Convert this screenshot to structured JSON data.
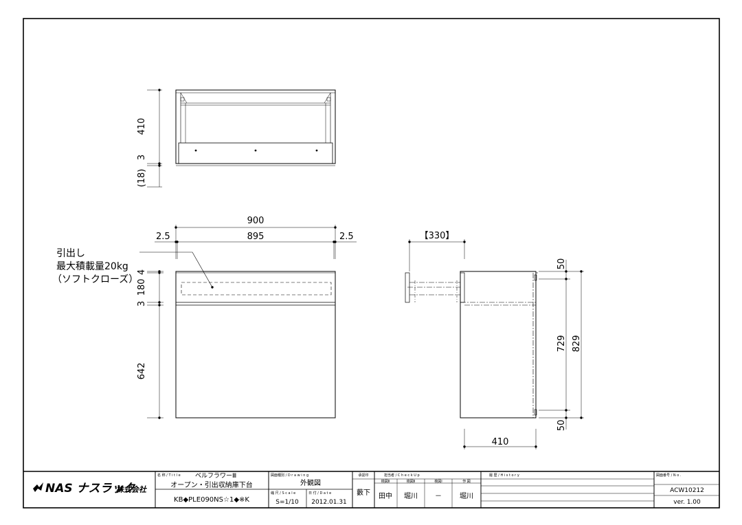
{
  "top_view": {
    "dims": {
      "height": "410",
      "gap": "3",
      "base": "(18)"
    }
  },
  "front_view": {
    "dims": {
      "overall_width": "900",
      "inner_width": "895",
      "side_left": "2.5",
      "side_right": "2.5",
      "top": "4",
      "drawer": "180",
      "gap": "3",
      "lower": "642"
    },
    "note_lines": [
      "引出し",
      "最大積載量20kg",
      "（ソフトクローズ）"
    ]
  },
  "side_view": {
    "dims": {
      "drawer_depth": "【330】",
      "top": "50",
      "inner_height": "729",
      "overall_height": "829",
      "bottom": "50",
      "depth": "410"
    }
  },
  "title_block": {
    "company": {
      "brand": "NAS ナスラック",
      "suffix": "株式会社"
    },
    "title_label": "名 称 / T i t l e",
    "product_series": "ベルフラワーⅢ",
    "product_desc": "オープン・引出収納庫下台",
    "model_code": "KB◆PLE090NS☆1◆※K",
    "drawing_label": "図面種別 / D r a w i n g",
    "drawing_value": "外観図",
    "scale_label": "縮 尺 / S c a l e",
    "scale_value": "S=1/10",
    "date_label": "日 付 / D a t e",
    "date_value": "2012.01.31",
    "approver_label": "承認印",
    "approver_value": "藪下",
    "check_label": "担当者 / C h e c k   U p",
    "check_headers": [
      "検図Ⅱ",
      "検図Ⅱ",
      "検図Ⅰ",
      "作 図"
    ],
    "check_values": [
      "田中",
      "堀川",
      "－",
      "堀川"
    ],
    "history_label": "履 歴 / H i s t o r y",
    "number_label": "図面番号 / N o .",
    "number_value": "ACW10212",
    "version_value": "ver. 1.00"
  }
}
